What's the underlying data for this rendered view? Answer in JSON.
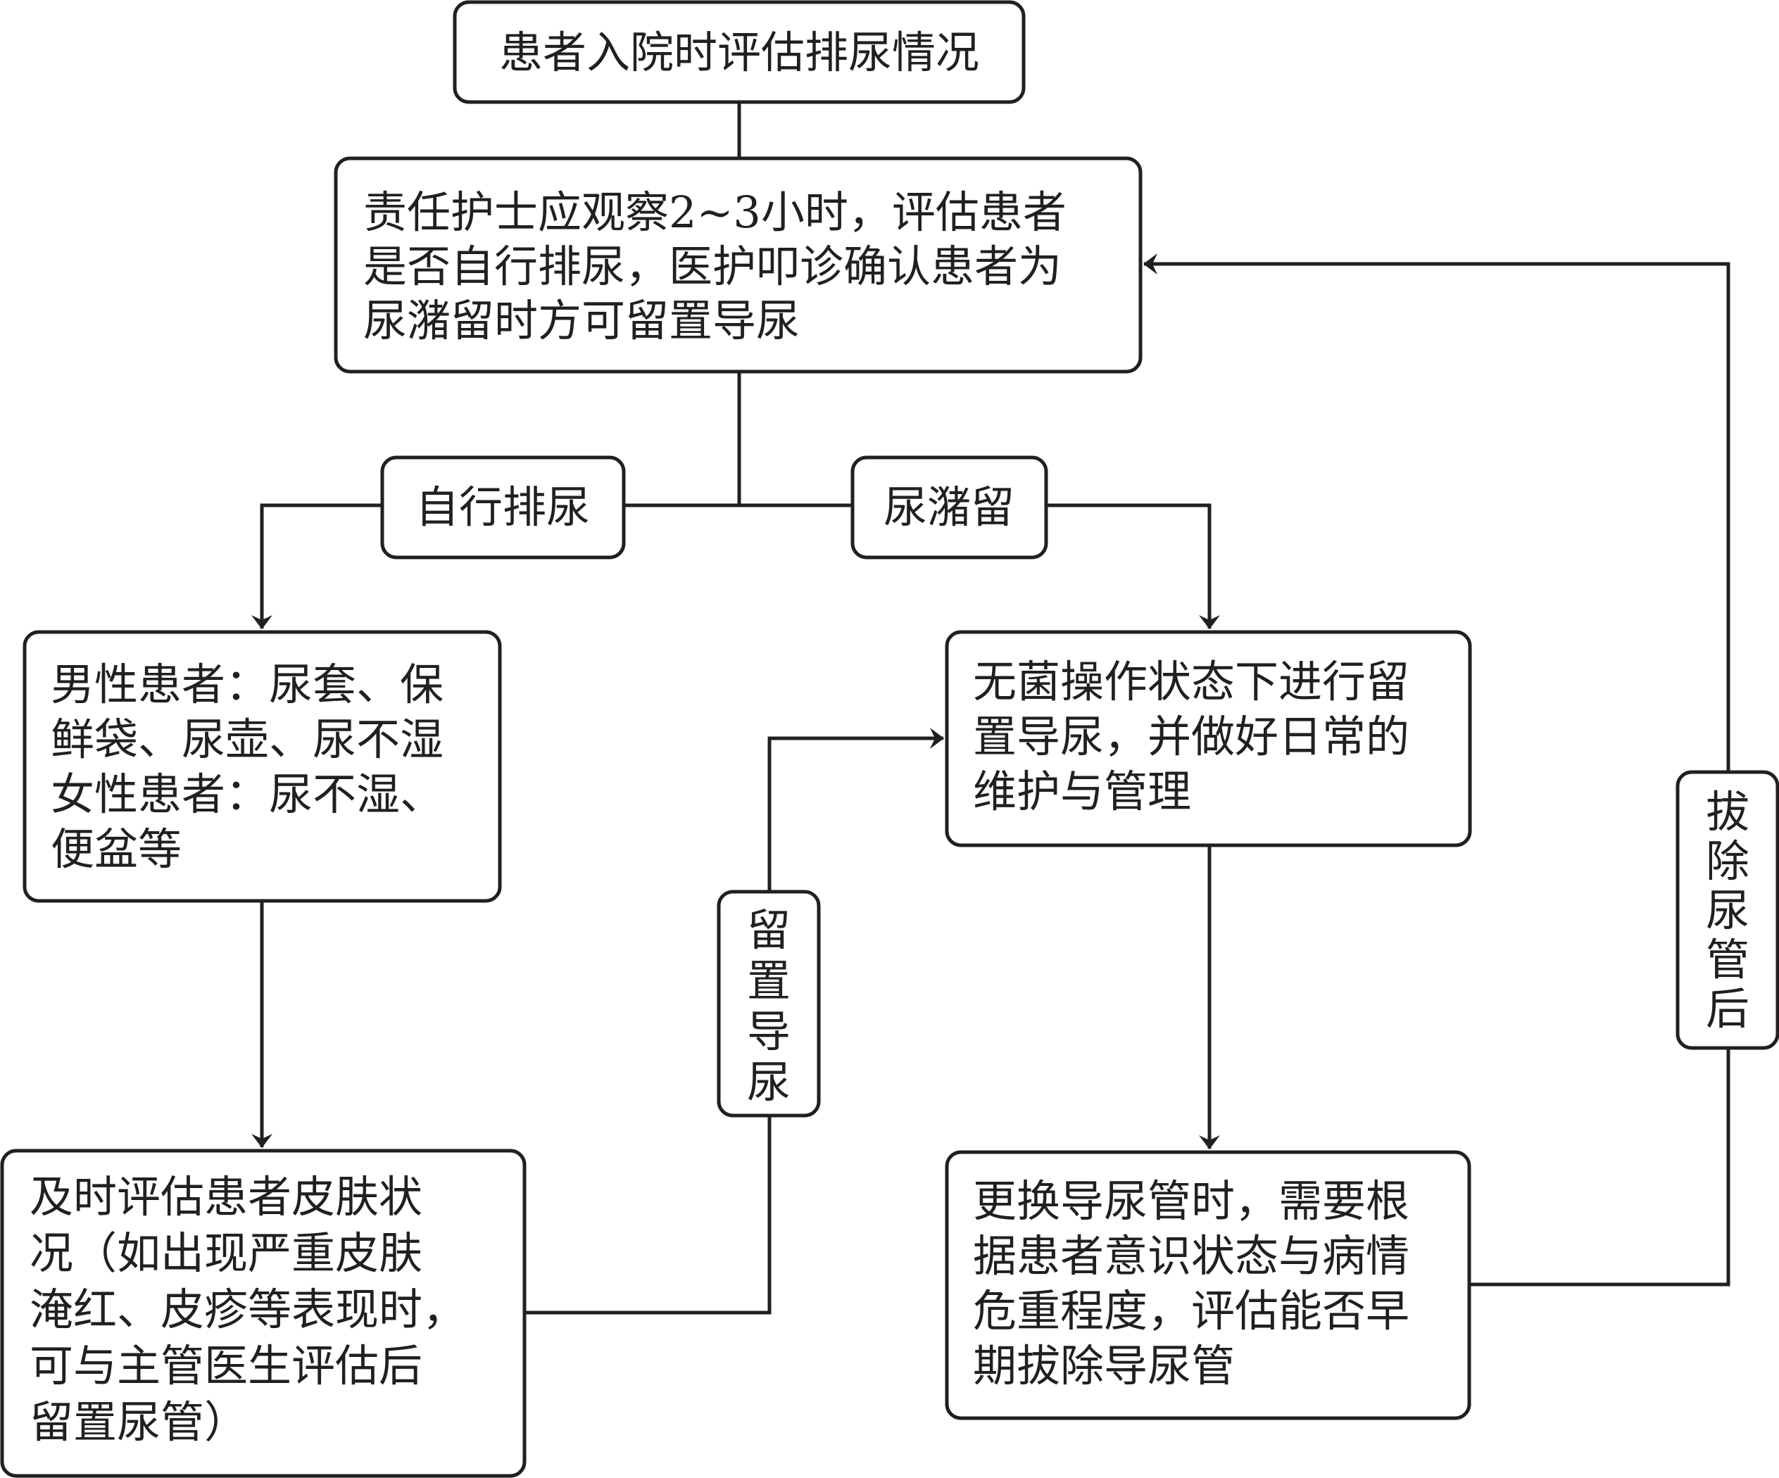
{
  "nodes": {
    "assess_admission": {
      "lines": [
        "患者入院时评估排尿情况"
      ]
    },
    "nurse_observe": {
      "lines": [
        "责任护士应观察2~3小时，评估患者",
        "是否自行排尿，医护叩诊确认患者为",
        "尿潴留时方可留置导尿"
      ]
    },
    "self_void_aids": {
      "lines": [
        "男性患者：尿套、保",
        "鲜袋、尿壶、尿不湿",
        "女性患者：尿不湿、",
        "便盆等"
      ]
    },
    "skin_assess": {
      "lines": [
        "及时评估患者皮肤状",
        "况（如出现严重皮肤",
        "淹红、皮疹等表现时，",
        "可与主管医生评估后",
        "留置尿管）"
      ]
    },
    "aseptic_catheter": {
      "lines": [
        "无菌操作状态下进行留",
        "置导尿，并做好日常的",
        "维护与管理"
      ]
    },
    "replace_catheter": {
      "lines": [
        "更换导尿管时，需要根",
        "据患者意识状态与病情",
        "危重程度，评估能否早",
        "期拔除导尿管"
      ]
    }
  },
  "edge_labels": {
    "self_void": "自行排尿",
    "retention": "尿潴留",
    "indwelling": [
      "留",
      "置",
      "导",
      "尿"
    ],
    "after_removal": [
      "拔",
      "除",
      "尿",
      "管",
      "后"
    ]
  }
}
